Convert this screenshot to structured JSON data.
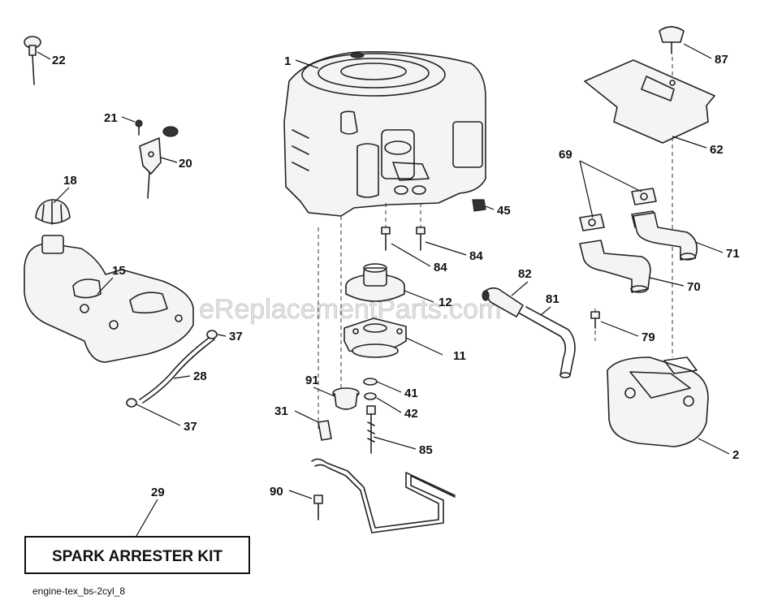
{
  "watermark": "eReplacementParts.com",
  "kit_label": "SPARK ARRESTER KIT",
  "file_label": "engine-tex_bs-2cyl_8",
  "callouts": {
    "c1": "1",
    "c2": "2",
    "c11": "11",
    "c12": "12",
    "c15": "15",
    "c18": "18",
    "c20": "20",
    "c21": "21",
    "c22": "22",
    "c28": "28",
    "c29": "29",
    "c31": "31",
    "c37a": "37",
    "c37b": "37",
    "c41": "41",
    "c42": "42",
    "c45": "45",
    "c62": "62",
    "c69": "69",
    "c70": "70",
    "c71": "71",
    "c79": "79",
    "c81": "81",
    "c82": "82",
    "c84a": "84",
    "c84b": "84",
    "c85": "85",
    "c87": "87",
    "c90": "90",
    "c91": "91"
  }
}
